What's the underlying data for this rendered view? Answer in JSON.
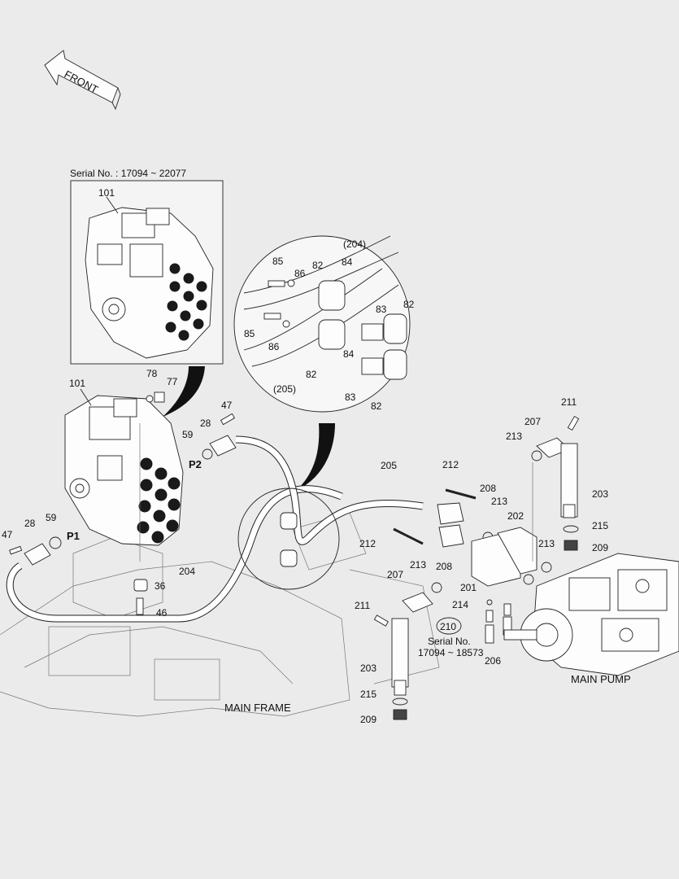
{
  "diagram": {
    "front_label": "FRONT",
    "serial_box_title": "Serial No. : 17094 ~ 22077",
    "main_frame_label": "MAIN FRAME",
    "main_pump_label": "MAIN PUMP",
    "serial_note_line1": "Serial No.",
    "serial_note_line2": "17094 ~ 18573",
    "ports": {
      "p1": "P1",
      "p2": "P2"
    },
    "callouts": {
      "c101_box": "101",
      "c101": "101",
      "c78": "78",
      "c77": "77",
      "c47_top": "47",
      "c28_top": "28",
      "c59_top": "59",
      "c28_left": "28",
      "c59_left": "59",
      "c47_left": "47",
      "c36": "36",
      "c46": "46",
      "c204": "204",
      "c205": "205",
      "c212_top": "212",
      "c212_mid": "212",
      "c208_top": "208",
      "c208_mid": "208",
      "c213_a": "213",
      "c213_b": "213",
      "c213_c": "213",
      "c213_d": "213",
      "c202": "202",
      "c201": "201",
      "c207_top": "207",
      "c207_mid": "207",
      "c211_top": "211",
      "c211_mid": "211",
      "c203_top": "203",
      "c203_bot": "203",
      "c215_top": "215",
      "c215_bot": "215",
      "c209_top": "209",
      "c209_bot": "209",
      "c214": "214",
      "c206": "206",
      "c210": "210",
      "d204": "(204)",
      "d205": "(205)",
      "d85a": "85",
      "d86a": "86",
      "d82a": "82",
      "d84a": "84",
      "d85b": "85",
      "d86b": "86",
      "d84b": "84",
      "d82b": "82",
      "d83a": "83",
      "d82c": "82",
      "d83b": "83",
      "d82d": "82"
    }
  }
}
